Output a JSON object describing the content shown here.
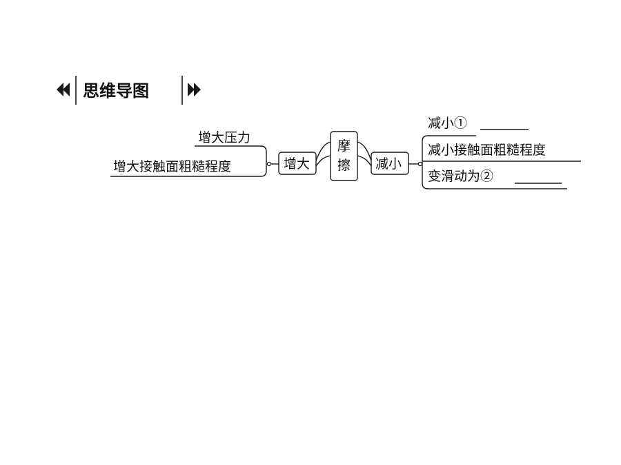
{
  "header": {
    "title": "思维导图",
    "left_marker": "≪",
    "right_marker": "≫"
  },
  "mind_map": {
    "center": [
      "摩",
      "擦"
    ],
    "increase": {
      "label": "增大",
      "items": [
        "增大压力",
        "增大接触面粗糙程度"
      ]
    },
    "decrease": {
      "label": "减小",
      "items": [
        "减小①",
        "减小接触面粗糙程度",
        "变滑动为②"
      ]
    }
  }
}
